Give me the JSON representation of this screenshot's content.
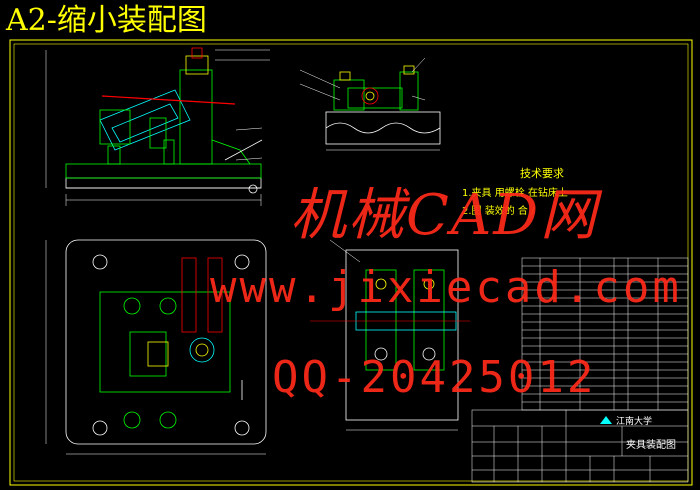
{
  "sheet": {
    "title": "A2-缩小装配图",
    "background": "#000000",
    "line_color": "#ffffff",
    "accent_color": "#ffff00",
    "green_color": "#00ff00",
    "watermark_color": "#ff2a1a"
  },
  "tech_requirements": {
    "heading": "技术要求",
    "line1": "1.夹具  用螺栓  在钻床上",
    "line2": "2.图    装效的    合   /  "
  },
  "watermark": {
    "site_cn": "机械CAD网",
    "url": "www.jixiecad.com",
    "qq": "QQ-20425012"
  },
  "title_block": {
    "drawing_name": "夹具装配图",
    "university": "江南大学",
    "icon": "university-logo-icon"
  }
}
